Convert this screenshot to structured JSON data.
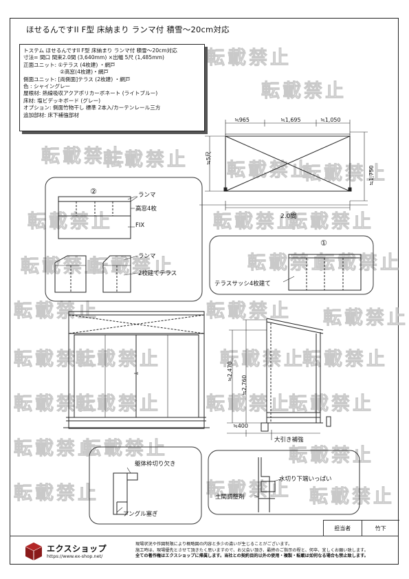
{
  "title": "ほせるんですII F型 床納まり ランマ付 積雪～20cm対応",
  "spec": {
    "lines": [
      "トステム ほせるんですII F型 床納まり ランマ付 積雪～20cm対応",
      "寸法= 間口 間束2.0間 (3,640mm) ×出幅 5尺 (1,485mm)",
      "正面ユニット: ①テラス (4枚建) ・網戸",
      "　　　　　　　②高窓(4枚建)・網戸",
      "側面ユニット: [両側面]テラス (2枚建) ・網戸",
      "色 : シャイングレー",
      "屋根材: 熱線吸収アクアポリカーボネート (ライトブルー)",
      "床材: 塩ビデッキボード (グレー)",
      "オプション: 側面竹物干し 標準 2本入/カーテンレール三方",
      "追加部材: 床下補強部材"
    ]
  },
  "plan": {
    "dims_top": [
      "≒965",
      "≒1,695",
      "≒1,050"
    ],
    "dim_left": "≒5尺",
    "dim_right": "≒1,750",
    "dim_bottom": "2.0間"
  },
  "detail2": {
    "number": "②",
    "labels": [
      "ランマ",
      "高窓4枚",
      "FIX",
      "ランマ",
      "2枚建てテラス"
    ]
  },
  "detail1": {
    "number": "①",
    "label": "テラスサッシ4枚建て"
  },
  "side": {
    "dim_2470": "≒2,470",
    "dim_2760": "≒2,760",
    "dim_400": "≒400",
    "label": "大引き補強"
  },
  "detail3": {
    "labels": [
      "躯体枠切り欠き",
      "アングル塞ぎ"
    ]
  },
  "detail4": {
    "labels": [
      "水切り下端いっぱい",
      "土間調整剤"
    ]
  },
  "watermark": "転載禁止",
  "staff": {
    "label": "担当者",
    "name": "竹下"
  },
  "footer": {
    "brand": "エクスショップ",
    "url": "https://www.ex-shop.net/",
    "notes": [
      "現場状況や作図制限により概略図の内容と多少の違いが生じることがございます。",
      "施工時は、現場優先とさせて頂きたく思いますので、お父会い頂き、最終のご指示の程と、何卒、宜しくお願い致します。",
      "全ての著作権はエクスショップに帰属します。当社との契約目的以外の使用・複製・転載は如何なる場合も禁止致します。"
    ]
  }
}
